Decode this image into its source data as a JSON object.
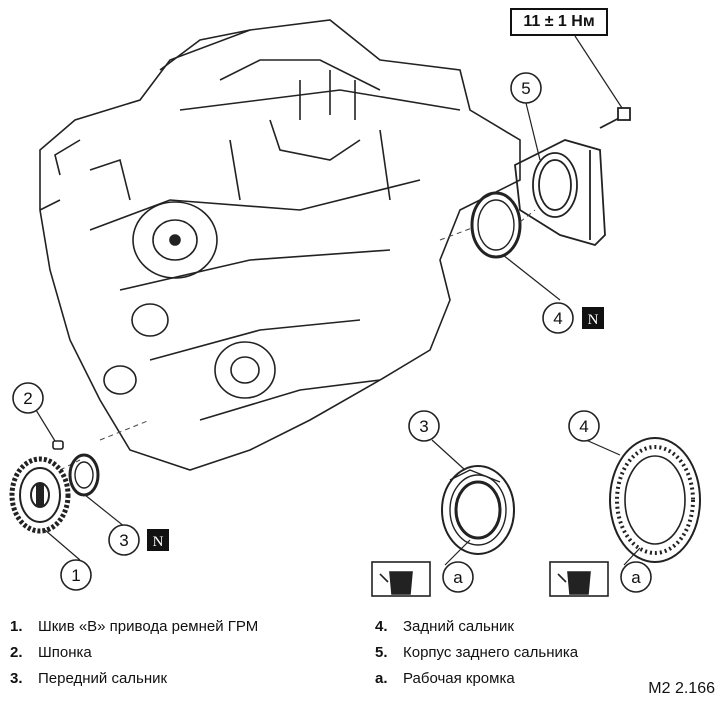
{
  "torque_label": "11 ± 1 Нм",
  "callouts": {
    "c1": "1",
    "c2": "2",
    "c3": "3",
    "c4": "4",
    "c5": "5",
    "d3": "3",
    "d4": "4",
    "a_left": "a",
    "a_right": "a",
    "new_part_mark": "N"
  },
  "legend": {
    "left": [
      {
        "num": "1.",
        "text": "Шкив «B» привода ремней ГРМ"
      },
      {
        "num": "2.",
        "text": "Шпонка"
      },
      {
        "num": "3.",
        "text": "Передний сальник"
      }
    ],
    "right": [
      {
        "num": "4.",
        "text": "Задний сальник"
      },
      {
        "num": "5.",
        "text": "Корпус заднего сальника"
      },
      {
        "num": "a.",
        "text": "Рабочая кромка"
      }
    ]
  },
  "figure_ref": "M2 2.166"
}
